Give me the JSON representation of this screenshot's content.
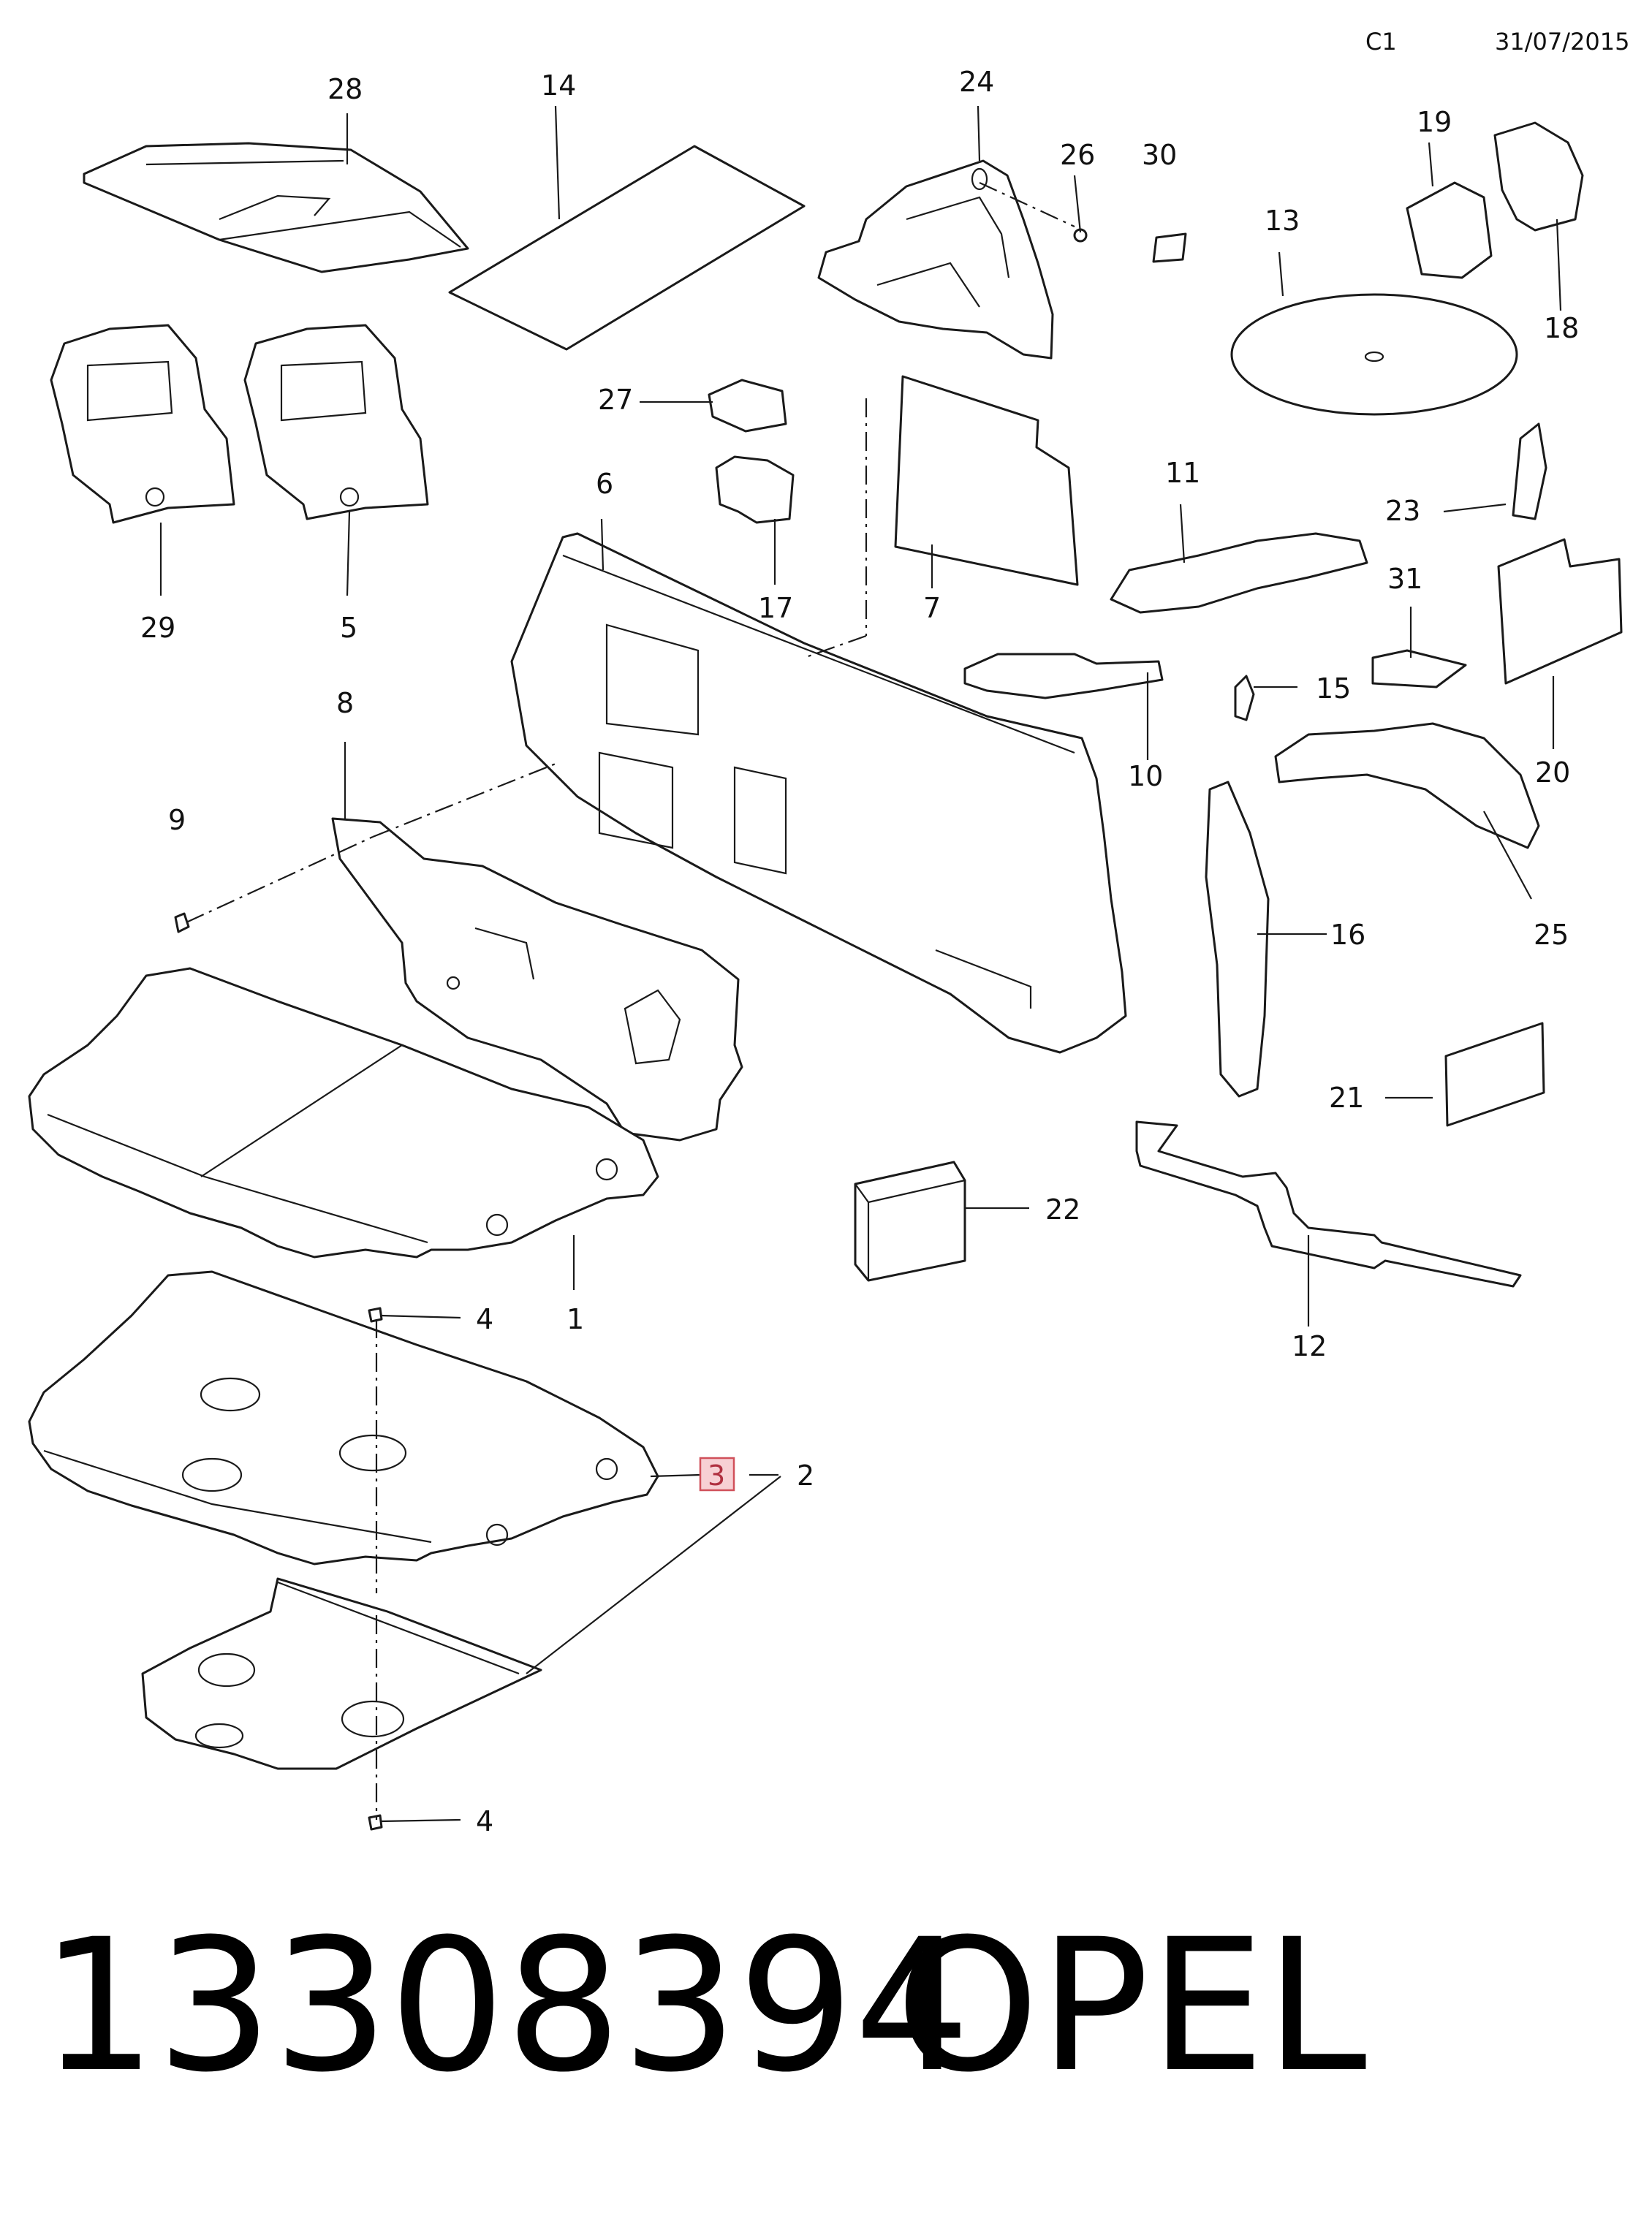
{
  "header": {
    "page_code": "C1",
    "date": "31/07/2015"
  },
  "callouts": {
    "c1": "1",
    "c2": "2",
    "c3": "3",
    "c4a": "4",
    "c4b": "4",
    "c5": "5",
    "c6": "6",
    "c7": "7",
    "c8": "8",
    "c9": "9",
    "c10": "10",
    "c11": "11",
    "c12": "12",
    "c13": "13",
    "c14": "14",
    "c15": "15",
    "c16": "16",
    "c17": "17",
    "c18": "18",
    "c19": "19",
    "c20": "20",
    "c21": "21",
    "c22": "22",
    "c23": "23",
    "c24": "24",
    "c25": "25",
    "c26": "26",
    "c27": "27",
    "c28": "28",
    "c29": "29",
    "c30": "30",
    "c31": "31"
  },
  "highlighted_callout": "3",
  "colors": {
    "highlight_fill": "#f7d0d4",
    "highlight_stroke": "#d0505a",
    "line": "#1a1a1a"
  },
  "footer": {
    "part_number": "13308394",
    "brand": "OPEL"
  }
}
